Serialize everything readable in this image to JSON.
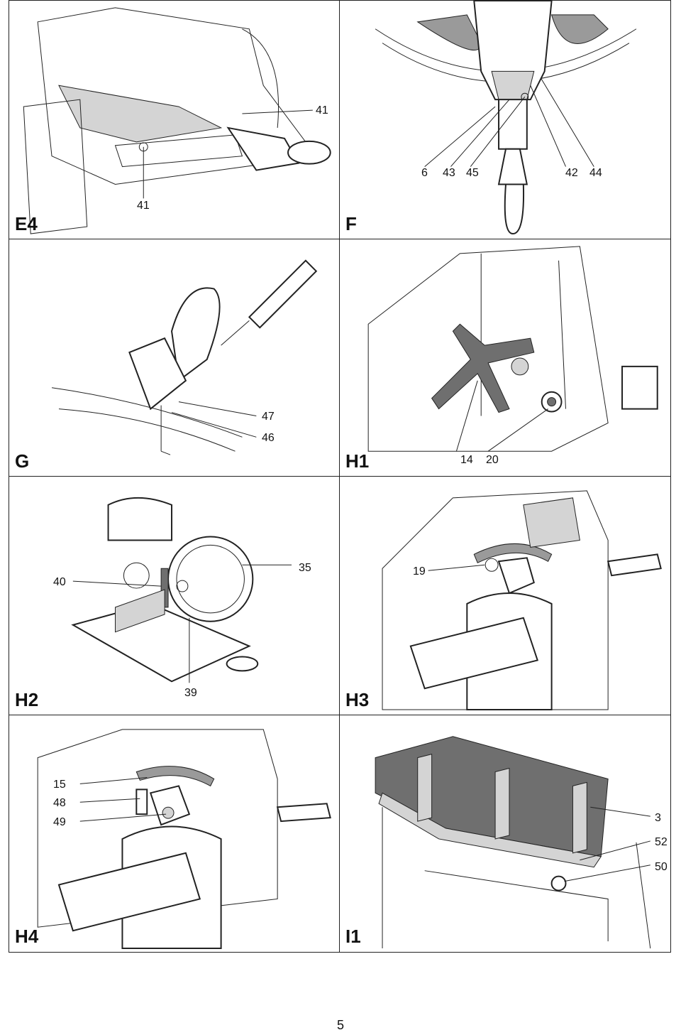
{
  "panels": {
    "e4": {
      "label": "E4",
      "callouts": [
        "41",
        "41"
      ]
    },
    "f": {
      "label": "F",
      "callouts": [
        "6",
        "43",
        "45",
        "42",
        "44"
      ]
    },
    "g": {
      "label": "G",
      "callouts": [
        "47",
        "46"
      ]
    },
    "h1": {
      "label": "H1",
      "callouts": [
        "14",
        "20"
      ]
    },
    "h2": {
      "label": "H2",
      "callouts": [
        "40",
        "35",
        "39"
      ]
    },
    "h3": {
      "label": "H3",
      "callouts": [
        "19"
      ]
    },
    "h4": {
      "label": "H4",
      "callouts": [
        "15",
        "48",
        "49"
      ]
    },
    "i1": {
      "label": "I1",
      "callouts": [
        "3",
        "52",
        "50"
      ]
    }
  },
  "page_number": "5"
}
